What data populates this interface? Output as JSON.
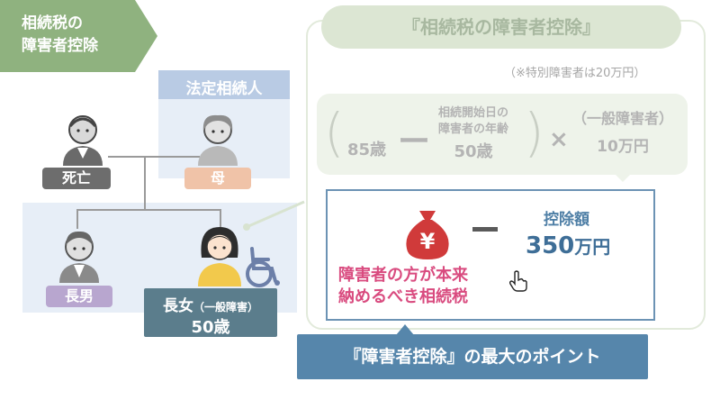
{
  "section_tag": {
    "line1": "相続税の",
    "line2": "障害者控除"
  },
  "family": {
    "heirs_title": "法定相続人",
    "deceased_label": "死亡",
    "mother_label": "母",
    "son_label": "長男",
    "daughter_name": "長女",
    "daughter_note": "（一般障害）",
    "daughter_age": "50歳"
  },
  "panel": {
    "title": "『相続税の障害者控除』",
    "note": "（※特別障害者は20万円）",
    "formula": {
      "age_limit": "85歳",
      "minus": "ー",
      "age_at_start_line1": "相続開始日の",
      "age_at_start_line2": "障害者の年齢",
      "age_value": "50歳",
      "times": "×",
      "type_label": "（一般障害者）",
      "amount_per_year": "10万円"
    },
    "result": {
      "bag_symbol": "¥",
      "deduction_label": "控除額",
      "deduction_value": "350",
      "deduction_unit": "万円",
      "tax_line1": "障害者の方が本来",
      "tax_line2": "納めるべき相続税"
    }
  },
  "cta": "『障害者控除』の最大のポイント",
  "colors": {
    "green": "#8fb27f",
    "blue": "#5686ab",
    "pink": "#d94b7f",
    "dark_teal": "#5b7d8c"
  }
}
